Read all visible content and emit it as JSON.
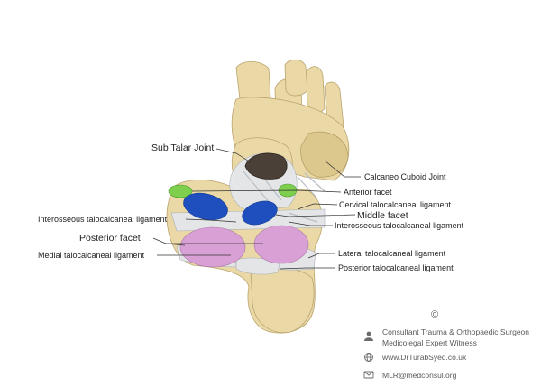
{
  "labels": {
    "sub_talar_joint": "Sub Talar Joint",
    "calcaneo_cuboid_joint": "Calcaneo Cuboid Joint",
    "anterior_facet": "Anterior facet",
    "cervical_ligament": "Cervical talocalcaneal ligament",
    "middle_facet": "Middle facet",
    "interosseous_right": "Interosseous talocalcaneal ligament",
    "interosseous_left": "Interosseous talocalcaneal ligament",
    "posterior_facet": "Posterior facet",
    "medial_ligament": "Medial talocalcaneal ligament",
    "lateral_ligament": "Lateral talocalcaneal ligament",
    "posterior_ligament": "Posterior talocalcaneal ligament"
  },
  "credits": {
    "copyright": "©",
    "title_line1": "Consultant Trauma & Orthopaedic Surgeon",
    "title_line2": "Medicolegal Expert Witness",
    "website": "www.DrTurabSyed.co.uk",
    "email": "MLR@medconsul.org"
  },
  "icons": {
    "person": "person-icon",
    "globe": "globe-icon",
    "mail": "mail-icon"
  },
  "colors": {
    "anterior_facet": "#7fcf4f",
    "middle_facet": "#1f4fbf",
    "posterior_facet": "#d9a0d6",
    "bone": "#ead9a6",
    "ligament": "#e4e6ea"
  }
}
